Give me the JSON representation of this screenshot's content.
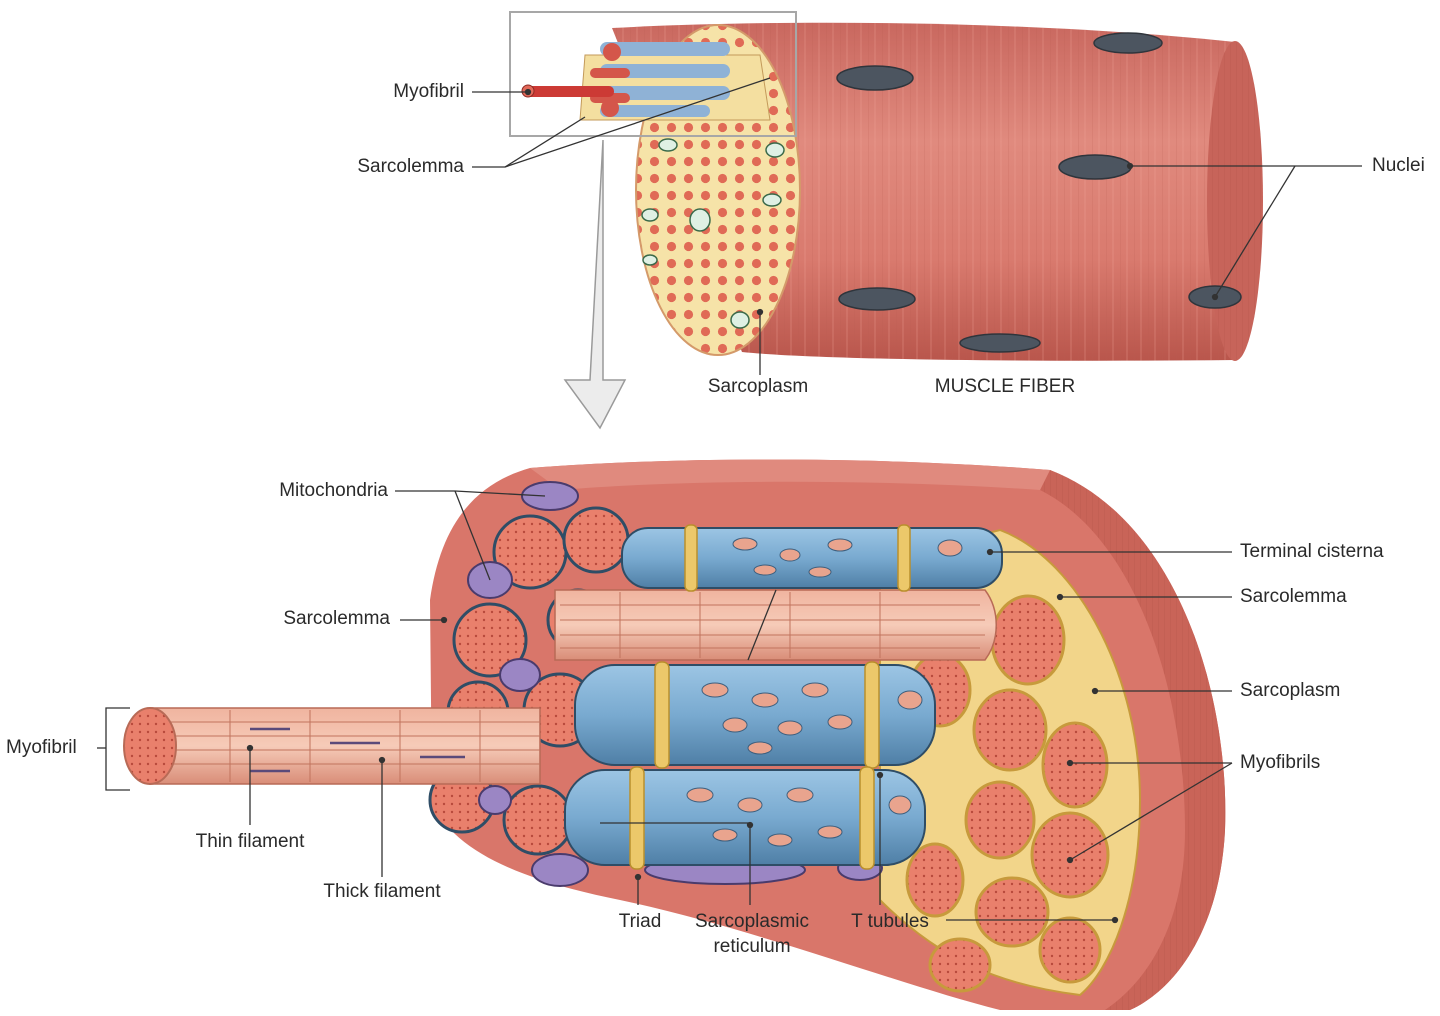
{
  "top_panel": {
    "labels": {
      "myofibril": "Myofibril",
      "sarcolemma": "Sarcolemma",
      "sarcoplasm": "Sarcoplasm",
      "muscle_fiber": "MUSCLE FIBER",
      "nuclei": "Nuclei"
    }
  },
  "bottom_panel": {
    "labels": {
      "mitochondria": "Mitochondria",
      "sarcolemma_left": "Sarcolemma",
      "myofibril": "Myofibril",
      "thin_filament": "Thin filament",
      "thick_filament": "Thick filament",
      "triad": "Triad",
      "sarcoplasmic_reticulum_line1": "Sarcoplasmic",
      "sarcoplasmic_reticulum_line2": "reticulum",
      "t_tubules": "T tubules",
      "terminal_cisterna": "Terminal cisterna",
      "sarcolemma_right": "Sarcolemma",
      "sarcoplasm": "Sarcoplasm",
      "myofibrils": "Myofibrils"
    }
  },
  "colors": {
    "muscle": "#d9776c",
    "muscle_dark": "#b8554c",
    "sarcoplasm": "#f4dfa0",
    "myofibril_dot": "#e0705f",
    "nucleus": "#4c5560",
    "reticulum": "#79aad0",
    "reticulum_dark": "#4f7fa6",
    "mitochondria": "#9b86c4",
    "t_tubule": "#e8c66a",
    "leader_line": "#333333"
  }
}
